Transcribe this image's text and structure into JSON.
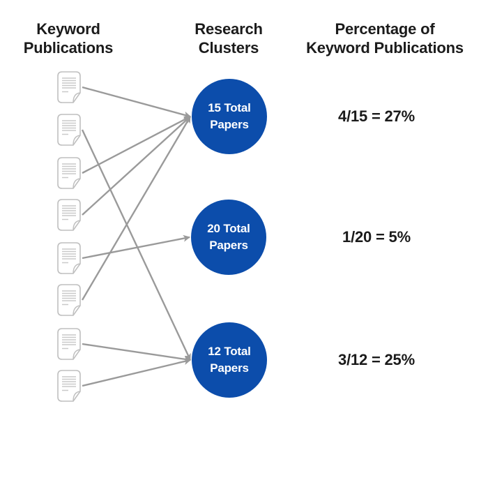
{
  "columns": [
    {
      "line1": "Keyword",
      "line2": "Publications"
    },
    {
      "line1": "Research",
      "line2": "Clusters"
    },
    {
      "line1": "Percentage of",
      "line2": "Keyword Publications"
    }
  ],
  "publication_count": 8,
  "clusters": [
    {
      "label_line1": "15 Total",
      "label_line2": "Papers",
      "total_papers": 15,
      "keyword_papers": 4,
      "percentage_label": "4/15 = 27%"
    },
    {
      "label_line1": "20 Total",
      "label_line2": "Papers",
      "total_papers": 20,
      "keyword_papers": 1,
      "percentage_label": "1/20 = 5%"
    },
    {
      "label_line1": "12 Total",
      "label_line2": "Papers",
      "total_papers": 12,
      "keyword_papers": 3,
      "percentage_label": "3/12 = 25%"
    }
  ],
  "connections": [
    {
      "publication": 1,
      "cluster": 1
    },
    {
      "publication": 2,
      "cluster": 3
    },
    {
      "publication": 3,
      "cluster": 1
    },
    {
      "publication": 4,
      "cluster": 1
    },
    {
      "publication": 5,
      "cluster": 2
    },
    {
      "publication": 6,
      "cluster": 1
    },
    {
      "publication": 7,
      "cluster": 3
    },
    {
      "publication": 8,
      "cluster": 3
    }
  ],
  "icons": {
    "publication": "document-icon",
    "connector": "arrow-icon"
  },
  "colors": {
    "cluster_fill": "#0c4dab",
    "cluster_text": "#ffffff",
    "arrow": "#9a9a9a",
    "doc_outline": "#bfbfbf",
    "doc_text_lines": "#c9c9c9",
    "heading_text": "#1b1b1b"
  }
}
